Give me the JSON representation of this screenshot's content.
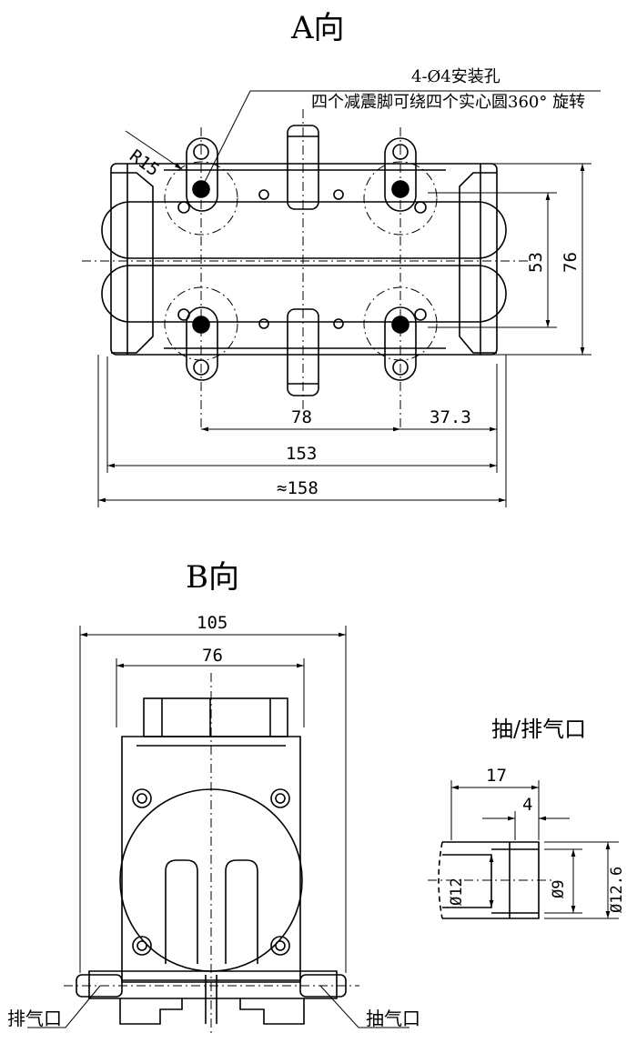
{
  "view_a": {
    "title": "A向",
    "note_line1": "4-Ø4安装孔",
    "note_line2": "四个减震脚可绕四个实心圆360° 旋转",
    "radius_label": "R15",
    "dim_78": "78",
    "dim_37_3": "37.3",
    "dim_153": "153",
    "dim_158": "≈158",
    "dim_53": "53",
    "dim_76": "76"
  },
  "view_b": {
    "title": "B向",
    "dim_105": "105",
    "dim_76": "76",
    "exhaust_label": "排气口",
    "intake_label": "抽气口"
  },
  "port_detail": {
    "title": "抽/排气口",
    "dim_17": "17",
    "dim_4": "4",
    "dim_d12": "Ø12",
    "dim_d9": "Ø9",
    "dim_d12_6": "Ø12.6"
  }
}
